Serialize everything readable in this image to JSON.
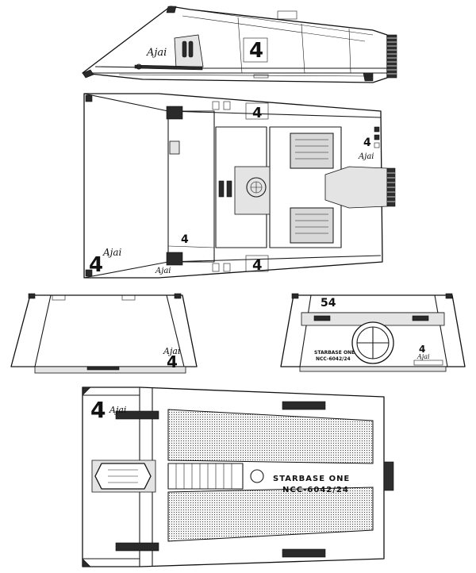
{
  "markings": {
    "hull_number": "4",
    "stern_number": "54",
    "ship_name": "Ajai",
    "station_name": "STARBASE ONE",
    "registry": "NCC-6042/24"
  },
  "colors": {
    "line": "#111111",
    "shade": "#e4e4e4",
    "grill": "#2e2e2e"
  }
}
